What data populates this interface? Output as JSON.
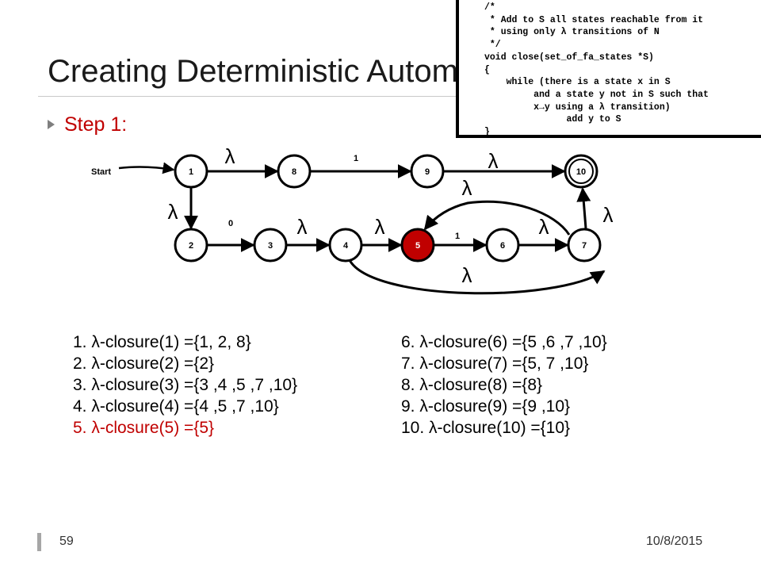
{
  "slide": {
    "title": "Creating Deterministic Automata",
    "step_label": "Step 1:",
    "page_number": "59",
    "date": "10/8/2015"
  },
  "code_box": {
    "lines": [
      "/*",
      " * Add to S all states reachable from it",
      " * using only λ transitions of N",
      " */",
      "void close(set_of_fa_states *S)",
      "{",
      "    while (there is a state x in S",
      "         and a state y not in S such that",
      "         x→y using a λ transition)",
      "               add y to S",
      "}"
    ]
  },
  "diagram": {
    "start_label": "Start",
    "states": [
      {
        "id": "1",
        "label": "1",
        "accepting": false,
        "highlight": false
      },
      {
        "id": "8",
        "label": "8",
        "accepting": false,
        "highlight": false
      },
      {
        "id": "9",
        "label": "9",
        "accepting": false,
        "highlight": false
      },
      {
        "id": "10",
        "label": "10",
        "accepting": true,
        "highlight": false
      },
      {
        "id": "2",
        "label": "2",
        "accepting": false,
        "highlight": false
      },
      {
        "id": "3",
        "label": "3",
        "accepting": false,
        "highlight": false
      },
      {
        "id": "4",
        "label": "4",
        "accepting": false,
        "highlight": false
      },
      {
        "id": "5",
        "label": "5",
        "accepting": false,
        "highlight": true
      },
      {
        "id": "6",
        "label": "6",
        "accepting": false,
        "highlight": false
      },
      {
        "id": "7",
        "label": "7",
        "accepting": false,
        "highlight": false
      }
    ],
    "transitions": [
      {
        "from": "1",
        "to": "8",
        "label": "λ"
      },
      {
        "from": "8",
        "to": "9",
        "label": "1"
      },
      {
        "from": "9",
        "to": "10",
        "label": "λ"
      },
      {
        "from": "1",
        "to": "2",
        "label": "λ"
      },
      {
        "from": "2",
        "to": "3",
        "label": "0"
      },
      {
        "from": "3",
        "to": "4",
        "label": "λ"
      },
      {
        "from": "4",
        "to": "5",
        "label": "λ"
      },
      {
        "from": "5",
        "to": "6",
        "label": "1"
      },
      {
        "from": "6",
        "to": "7",
        "label": "λ"
      },
      {
        "from": "7",
        "to": "10",
        "label": "λ"
      },
      {
        "from": "7",
        "to": "5",
        "label": "λ"
      },
      {
        "from": "4",
        "to": "7",
        "label": "λ"
      }
    ],
    "highlight_color": "#c00000"
  },
  "closures": {
    "left": [
      "1. λ-closure(1) ={1, 2, 8}",
      "2. λ-closure(2) ={2}",
      "3. λ-closure(3) ={3 ,4 ,5 ,7 ,10}",
      "4. λ-closure(4) ={4 ,5 ,7 ,10}",
      "5. λ-closure(5) ={5}"
    ],
    "right": [
      "6. λ-closure(6) ={5 ,6 ,7 ,10}",
      "7. λ-closure(7) ={5, 7 ,10}",
      "8. λ-closure(8) ={8}",
      "9. λ-closure(9) ={9 ,10}",
      "10. λ-closure(10) ={10}"
    ],
    "highlight_row": "5. λ-closure(5) ={5}",
    "highlight_color": "#c00000"
  }
}
